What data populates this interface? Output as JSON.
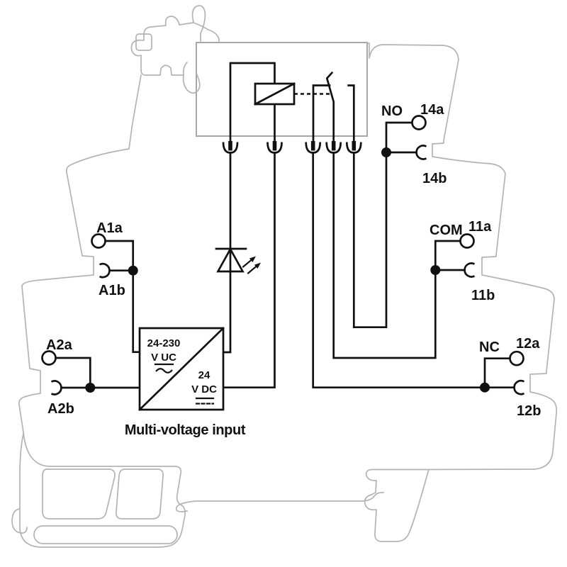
{
  "diagram": {
    "caption": "Multi-voltage input",
    "power_module": {
      "input_line1": "24-230",
      "input_line2": "V UC",
      "output_line1": "24",
      "output_line2": "V DC"
    },
    "labels": {
      "a1a": "A1a",
      "a1b": "A1b",
      "a2a": "A2a",
      "a2b": "A2b",
      "no": "NO",
      "t14a": "14a",
      "t14b": "14b",
      "com": "COM",
      "t11a": "11a",
      "t11b": "11b",
      "nc": "NC",
      "t12a": "12a",
      "t12b": "12b"
    },
    "colors": {
      "schematic_line": "#111111",
      "housing_outline": "#b2b4b2",
      "relay_block_outline": "#a6a8a6",
      "background": "#ffffff"
    }
  }
}
